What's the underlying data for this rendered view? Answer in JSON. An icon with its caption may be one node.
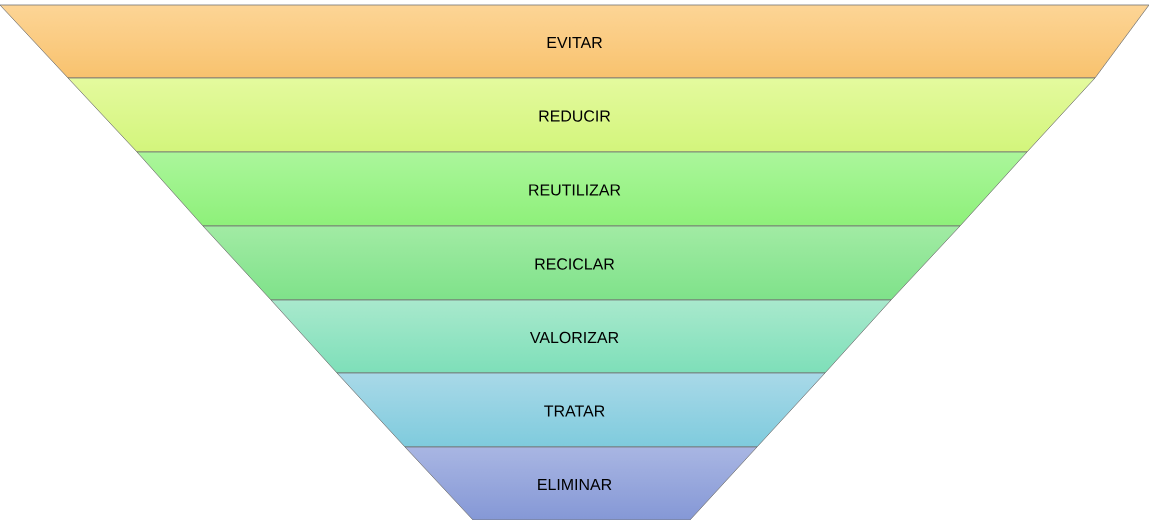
{
  "diagram": {
    "nodes": [
      {
        "text": [
          "EVITAR"
        ]
      },
      {
        "text": [
          "REDUCIR"
        ]
      },
      {
        "text": [
          "REUTILIZAR"
        ]
      },
      {
        "text": [
          "RECICLAR"
        ]
      },
      {
        "text": [
          "VALORIZAR"
        ]
      },
      {
        "text": [
          "TRATAR"
        ]
      },
      {
        "text": [
          "ELIMINAR"
        ]
      }
    ]
  }
}
